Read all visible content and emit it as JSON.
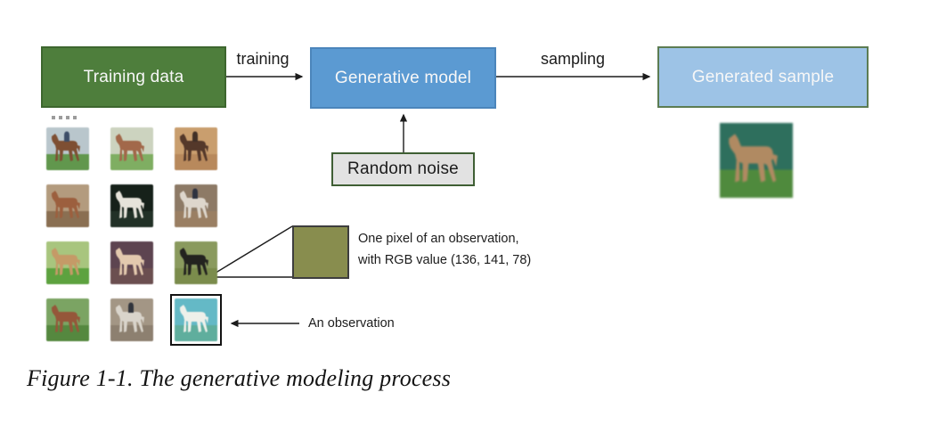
{
  "figure": {
    "caption": "Figure 1-1. The generative modeling process",
    "boxes": {
      "training_data": {
        "label": "Training data",
        "fill": "#4e7e3c",
        "border": "#3d662e"
      },
      "generative_model": {
        "label": "Generative model",
        "fill": "#5b9ad2",
        "border": "#4b85bb"
      },
      "generated_sample": {
        "label": "Generated sample",
        "fill": "#9dc3e6",
        "border": "#5c7c52"
      },
      "random_noise": {
        "label": "Random noise",
        "fill": "#e2e2e2",
        "border": "#3f5f34"
      }
    },
    "arrows": {
      "training_label": "training",
      "sampling_label": "sampling"
    },
    "pixel_callout": {
      "line1": "One pixel of an observation,",
      "line2": "with RGB value (136, 141, 78)",
      "hex": "#888d4e",
      "rgb": [
        136,
        141,
        78
      ]
    },
    "observation_callout": {
      "label": "An observation"
    },
    "gallery": {
      "observed_index": 11,
      "thumbnails": [
        {
          "desc": "rider on brown horse in grassy field",
          "sky": "#b9c6cc",
          "grass": "#61974d",
          "horse": "#7e4f33",
          "rider": "#3d4d68"
        },
        {
          "desc": "chestnut horse standing in pale field",
          "sky": "#ccd3bf",
          "grass": "#7fae62",
          "horse": "#a2684a",
          "rider": null
        },
        {
          "desc": "dark horse with rider in sandy arena",
          "sky": "#c99e6e",
          "grass": "#b8895c",
          "horse": "#54382a",
          "rider": "#413027"
        },
        {
          "desc": "chestnut horse close-up in woods",
          "sky": "#b39b7e",
          "grass": "#8a6f52",
          "horse": "#9c5f3e",
          "rider": null
        },
        {
          "desc": "white horse head on dark background",
          "sky": "#16211a",
          "grass": "#223127",
          "horse": "#e6e3da",
          "rider": null
        },
        {
          "desc": "white horse with dark rider in arena",
          "sky": "#8d7a66",
          "grass": "#9a7f63",
          "horse": "#ddd6cc",
          "rider": "#2e3340"
        },
        {
          "desc": "palomino horse on bright green grass",
          "sky": "#a8c57e",
          "grass": "#5da23f",
          "horse": "#c59a67",
          "rider": null
        },
        {
          "desc": "cream horse on dark mauve backdrop",
          "sky": "#5d4450",
          "grass": "#6b4f50",
          "horse": "#e3c9ae",
          "rider": null
        },
        {
          "desc": "black horse on olive grass",
          "sky": "#8a9a5e",
          "grass": "#7b8c4c",
          "horse": "#23231f",
          "rider": null
        },
        {
          "desc": "chestnut horse in green field with trees",
          "sky": "#7ba463",
          "grass": "#55883f",
          "horse": "#95573a",
          "rider": null
        },
        {
          "desc": "white horse with dark rider in paddock",
          "sky": "#a39685",
          "grass": "#8d8070",
          "horse": "#d9d4cb",
          "rider": "#31343c"
        },
        {
          "desc": "white horse on teal background (observation)",
          "sky": "#64b9c6",
          "grass": "#5fae9d",
          "horse": "#eef0ea",
          "rider": null
        }
      ]
    },
    "generated_image": {
      "desc": "generated horse sample on teal-green field",
      "sky": "#2e6f5d",
      "grass": "#4f8a3d",
      "horse": "#b08a62",
      "rider": null
    }
  }
}
